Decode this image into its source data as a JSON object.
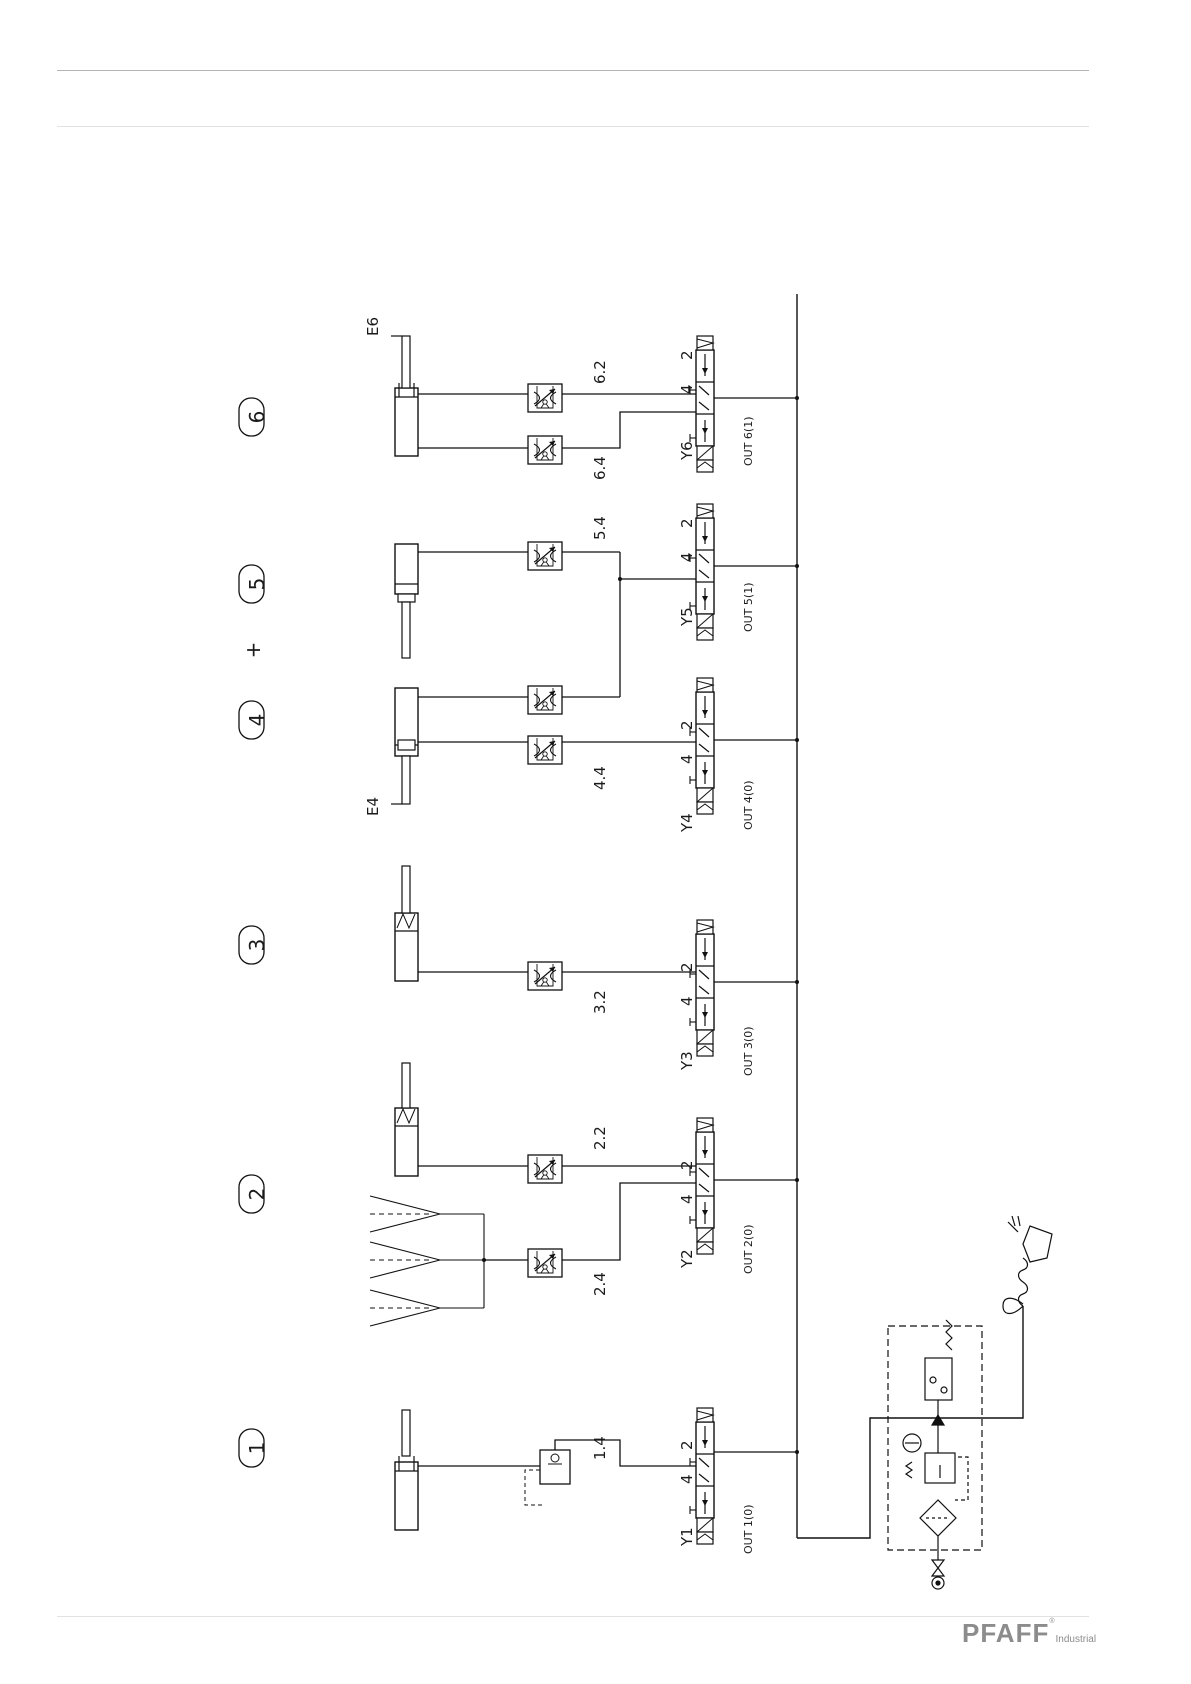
{
  "branding": {
    "name": "PFAFF",
    "registered": "®",
    "tagline": "Industrial"
  },
  "units": [
    {
      "number": "1",
      "valve": "Y1",
      "output": "OUT 1(0)",
      "lines": [
        "1.4"
      ],
      "ports": [
        "4",
        "2"
      ]
    },
    {
      "number": "2",
      "valve": "Y2",
      "output": "OUT 2(0)",
      "lines": [
        "2.4",
        "2.2"
      ],
      "ports": [
        "4",
        "2"
      ]
    },
    {
      "number": "3",
      "valve": "Y3",
      "output": "OUT 3(0)",
      "lines": [
        "3.2"
      ],
      "ports": [
        "4",
        "2"
      ]
    },
    {
      "number": "4",
      "valve": "Y4",
      "output": "OUT 4(0)",
      "lines": [
        "4.4"
      ],
      "ports": [
        "4",
        "2"
      ],
      "sensor": "E4"
    },
    {
      "number": "5",
      "valve": "Y5",
      "output": "OUT 5(1)",
      "lines": [
        "5.4"
      ],
      "ports": [
        "4",
        "2"
      ]
    },
    {
      "number": "6",
      "valve": "Y6",
      "output": "OUT 6(1)",
      "lines": [
        "6.4",
        "6.2"
      ],
      "ports": [
        "4",
        "2"
      ],
      "sensor": "E6"
    }
  ],
  "plus_sign": "+"
}
